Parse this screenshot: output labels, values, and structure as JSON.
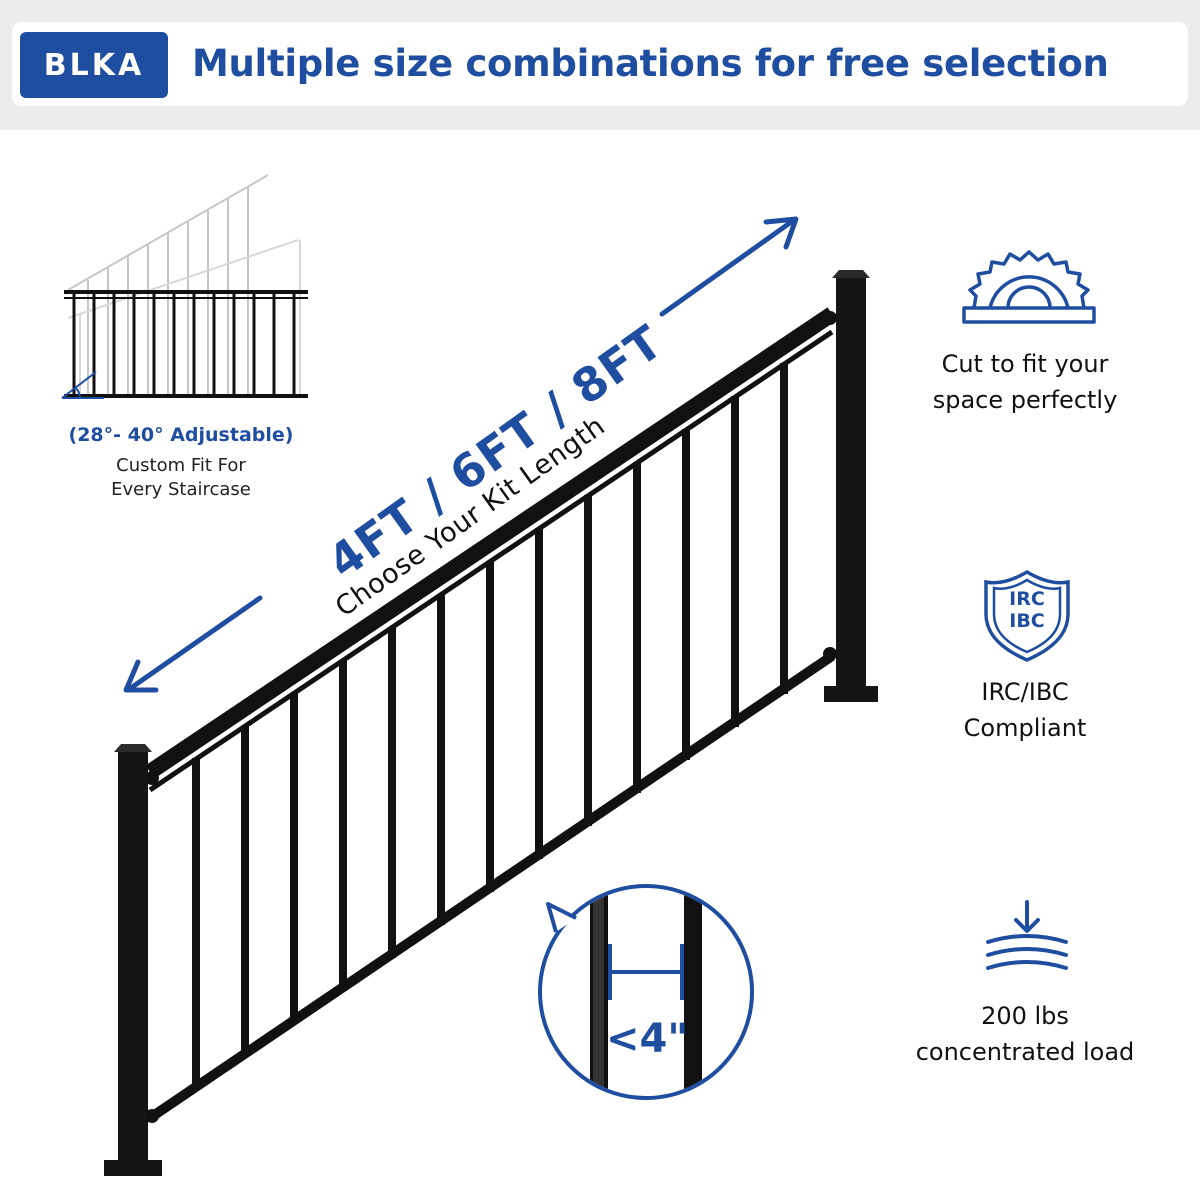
{
  "header": {
    "logo": "BLKA",
    "title": "Multiple size combinations for free selection"
  },
  "angle": {
    "title": "(28°- 40° Adjustable)",
    "line1": "Custom Fit For",
    "line2": "Every Staircase"
  },
  "length": {
    "sizes": "4FT / 6FT / 8FT",
    "subtitle": "Choose Your Kit Length"
  },
  "spacing": {
    "label": "<4\""
  },
  "features": [
    {
      "icon": "saw-blade-icon",
      "line1": "Cut to fit your",
      "line2": "space perfectly"
    },
    {
      "icon": "shield-icon",
      "badge1": "IRC",
      "badge2": "IBC",
      "line1": "IRC/IBC",
      "line2": "Compliant"
    },
    {
      "icon": "load-arrow-icon",
      "line1": "200 lbs",
      "line2": "concentrated load"
    }
  ],
  "colors": {
    "brand": "#1f4ea1",
    "rail": "#111111",
    "ghost": "#c8c8c8"
  }
}
